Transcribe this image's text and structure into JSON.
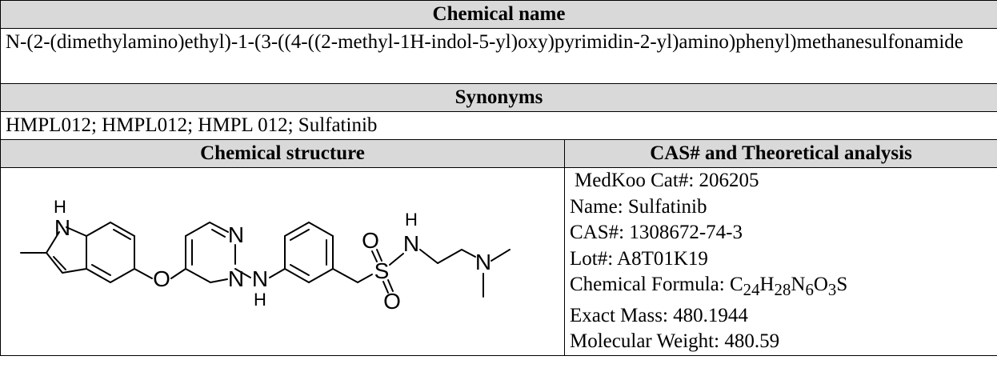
{
  "sections": {
    "chemical_name_header": "Chemical name",
    "chemical_name_value": "N-(2-(dimethylamino)ethyl)-1-(3-((4-((2-methyl-1H-indol-5-yl)oxy)pyrimidin-2-yl)amino)phenyl)methanesulfonamide",
    "synonyms_header": "Synonyms",
    "synonyms_value": "HMPL012; HMPL012; HMPL 012; Sulfatinib",
    "structure_header": "Chemical structure",
    "analysis_header": "CAS# and Theoretical analysis"
  },
  "analysis": {
    "cat_label": "MedKoo Cat#:",
    "cat_value": "206205",
    "name_label": "Name:",
    "name_value": "Sulfatinib",
    "cas_label": "CAS#:",
    "cas_value": "1308672-74-3",
    "lot_label": "Lot#:",
    "lot_value": "A8T01K19",
    "formula_label": "Chemical Formula:",
    "formula_parts": [
      "C",
      "24",
      "H",
      "28",
      "N",
      "6",
      "O",
      "3",
      "S"
    ],
    "exact_mass_label": "Exact Mass:",
    "exact_mass_value": "480.1944",
    "mw_label": "Molecular Weight:",
    "mw_value": "480.59"
  },
  "structure_atoms": {
    "indole_n": "N",
    "indole_h": "H",
    "ether_o": "O",
    "pyrimidine_n1": "N",
    "pyrimidine_n2": "N",
    "amine_n": "N",
    "amine_h": "H",
    "sulfonyl_s": "S",
    "sulfonyl_o1": "O",
    "sulfonyl_o2": "O",
    "sulfonamide_n": "N",
    "sulfonamide_h": "H",
    "dimethyl_n": "N"
  }
}
